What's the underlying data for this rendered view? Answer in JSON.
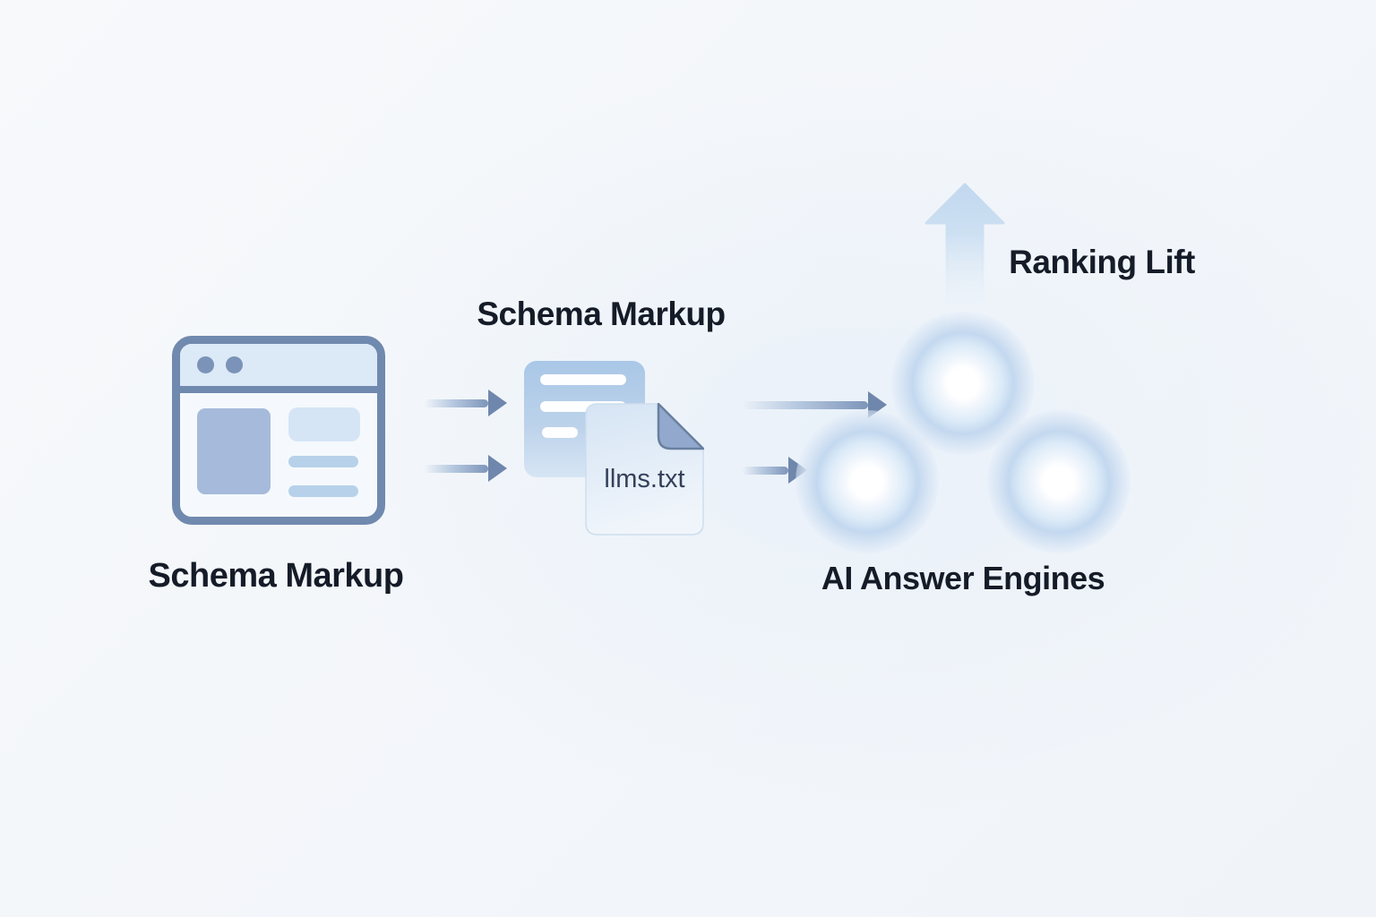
{
  "diagram": {
    "nodes": {
      "website": {
        "label": "Schema Markup",
        "icon": "browser-window-icon"
      },
      "markup": {
        "title": "Schema Markup",
        "file_name": "llms.txt",
        "icons": [
          "schema-card-icon",
          "llms-file-icon"
        ]
      },
      "engines": {
        "label": "AI Answer Engines",
        "icon": "glow-node-icon",
        "node_count": 3
      },
      "outcome": {
        "label": "Ranking Lift",
        "icon": "up-arrow-icon"
      }
    },
    "connections": [
      {
        "from": "website",
        "to": "markup",
        "arrows": 2
      },
      {
        "from": "markup",
        "to": "engines",
        "arrows": 2
      },
      {
        "from": "engines",
        "to": "outcome",
        "arrows": 1
      }
    ],
    "colors": {
      "background": "#f3f6fa",
      "outline": "#7089ae",
      "panel": "#dce9f6",
      "dot": "#7b93b8",
      "block": "#a6bbdb",
      "banner": "#d5e5f6",
      "line": "#b7d1ea",
      "card_top": "#a9c7e7",
      "card_bottom": "#d6e5f4",
      "file_fill": "#dde9f6",
      "fold": "#92a8cc",
      "fold_stroke": "#68809f",
      "arrow_head": "#6f87ac",
      "glow_ring": "#c3d8ef",
      "lift_arrow": "#c2d8ef",
      "text": "#151c28",
      "file_text": "#33405a"
    }
  }
}
